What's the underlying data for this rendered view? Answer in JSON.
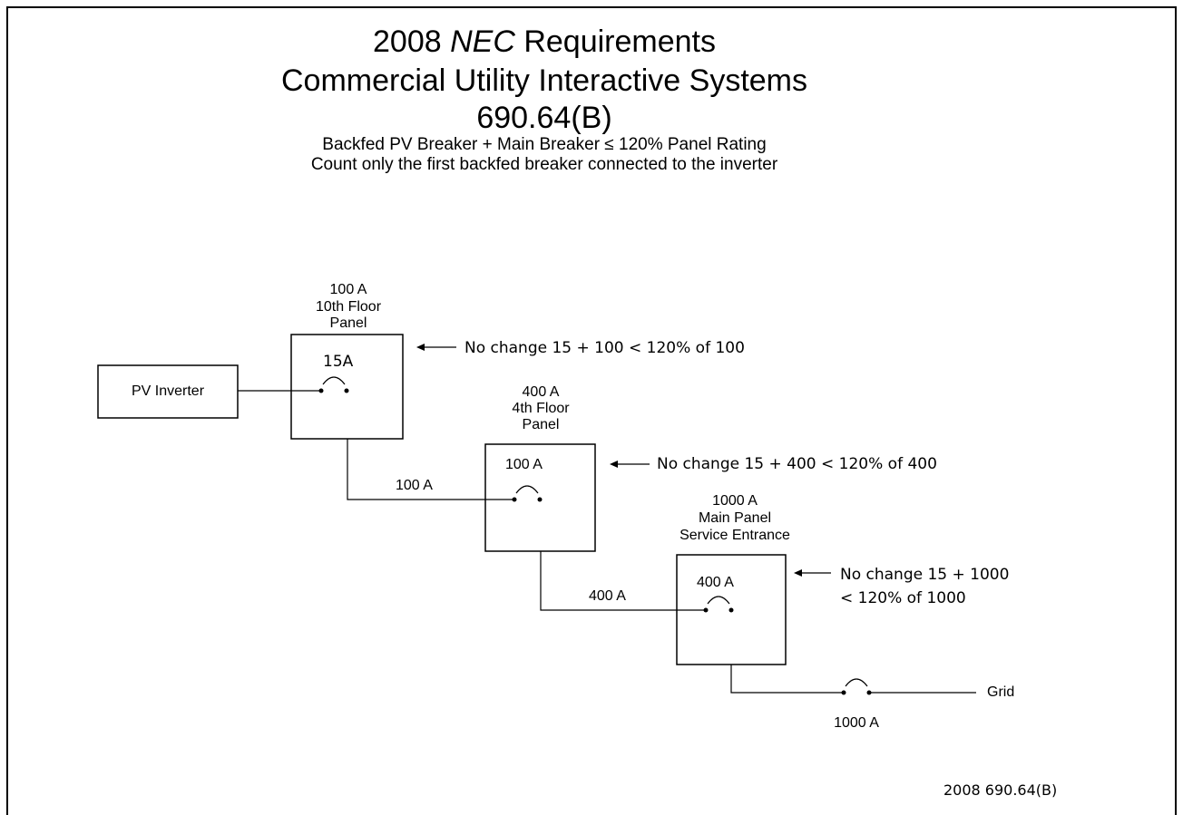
{
  "title": {
    "year": "2008",
    "code": "NEC",
    "rest": "Requirements",
    "line2": "Commercial Utility Interactive Systems",
    "section": "690.64(B)",
    "rule": "Backfed PV Breaker + Main Breaker ≤ 120% Panel Rating",
    "note": "Count only the first backfed breaker connected to the inverter"
  },
  "source": {
    "label": "PV Inverter"
  },
  "panels": [
    {
      "rating": "100 A",
      "name_line1": "10th Floor",
      "name_line2": "Panel",
      "breaker": "15A",
      "check": "No change 15 + 100 < 120% of 100"
    },
    {
      "rating": "400 A",
      "name_line1": "4th Floor",
      "name_line2": "Panel",
      "breaker": "100 A",
      "check": "No change 15 + 400 < 120% of 400"
    },
    {
      "rating": "1000 A",
      "name_line1": "Main Panel",
      "name_line2": "Service Entrance",
      "breaker": "400 A",
      "check_line1": "No change 15 + 1000",
      "check_line2": "< 120% of 1000"
    }
  ],
  "feeders": [
    "100 A",
    "400 A"
  ],
  "service": {
    "breaker": "1000 A",
    "label": "Grid"
  },
  "footer": "2008 690.64(B)"
}
